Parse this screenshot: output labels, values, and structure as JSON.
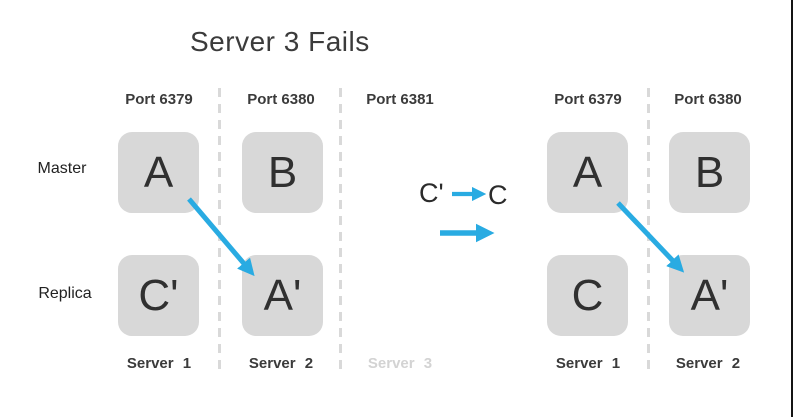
{
  "title": "Server 3 Fails",
  "colors": {
    "arrow_blue": "#29abe2",
    "box_gray": "#d8d8d8",
    "dash_gray": "#d9d9d9",
    "faded_label_gray": "#d3d3d3"
  },
  "row_labels": {
    "master": "Master",
    "replica": "Replica"
  },
  "left_panel": {
    "ports": [
      "Port 6379",
      "Port 6380",
      "Port 6381"
    ],
    "master_row": [
      "A",
      "B"
    ],
    "replica_row": [
      "Cʹ",
      "Aʹ"
    ],
    "servers": [
      "Server 1",
      "Server 2",
      "Server 3"
    ]
  },
  "middle": {
    "promotion_from": "Cʹ",
    "promotion_to": "C"
  },
  "right_panel": {
    "ports": [
      "Port 6379",
      "Port 6380"
    ],
    "master_row": [
      "A",
      "B"
    ],
    "replica_row": [
      "C",
      "Aʹ"
    ],
    "servers": [
      "Server 1",
      "Server 2"
    ]
  }
}
